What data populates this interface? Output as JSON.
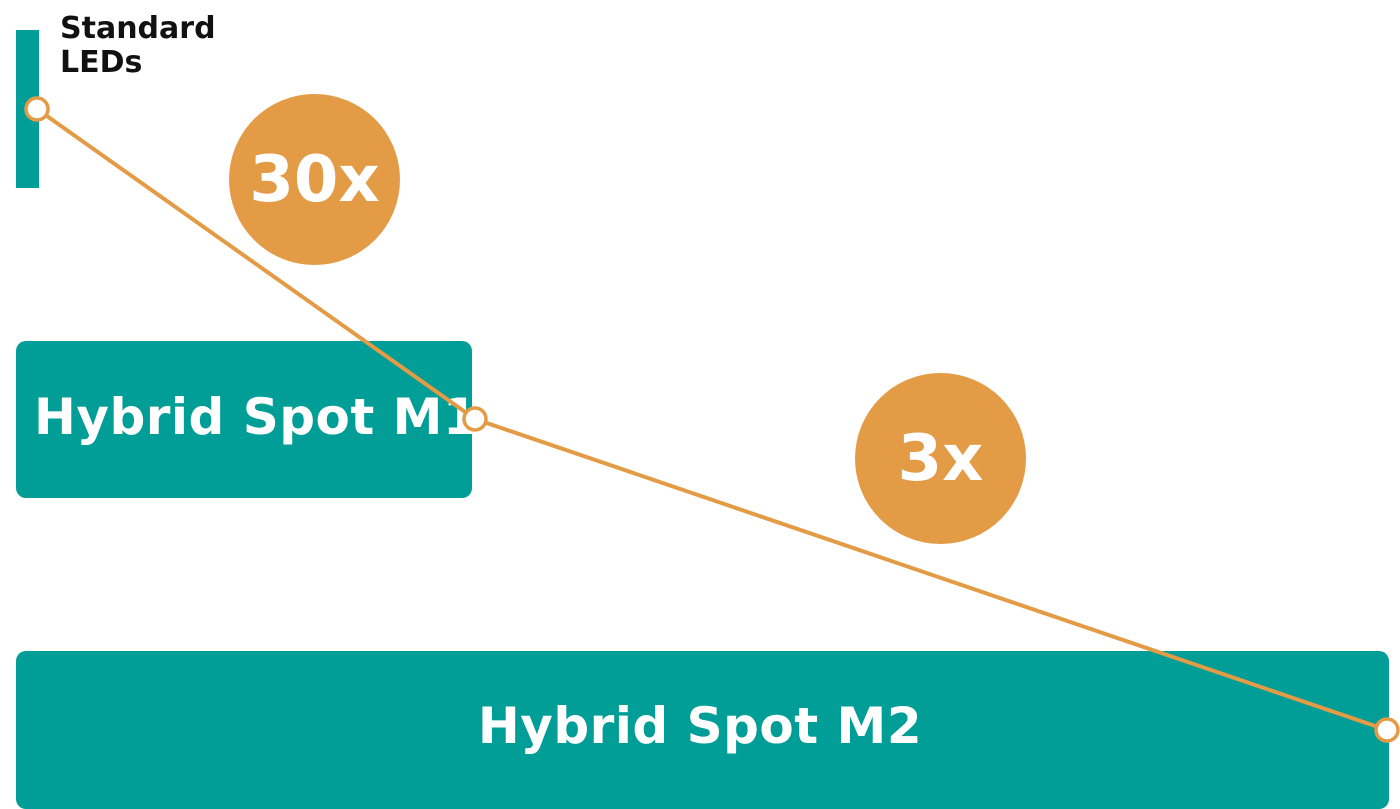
{
  "colors": {
    "teal": "#009e96",
    "orange": "#e39b45"
  },
  "labels": {
    "standard_line1": "Standard",
    "standard_line2": "LEDs",
    "m1": "Hybrid Spot M1",
    "m2": "Hybrid Spot M2"
  },
  "factors": {
    "first": "30x",
    "second": "3x"
  }
}
